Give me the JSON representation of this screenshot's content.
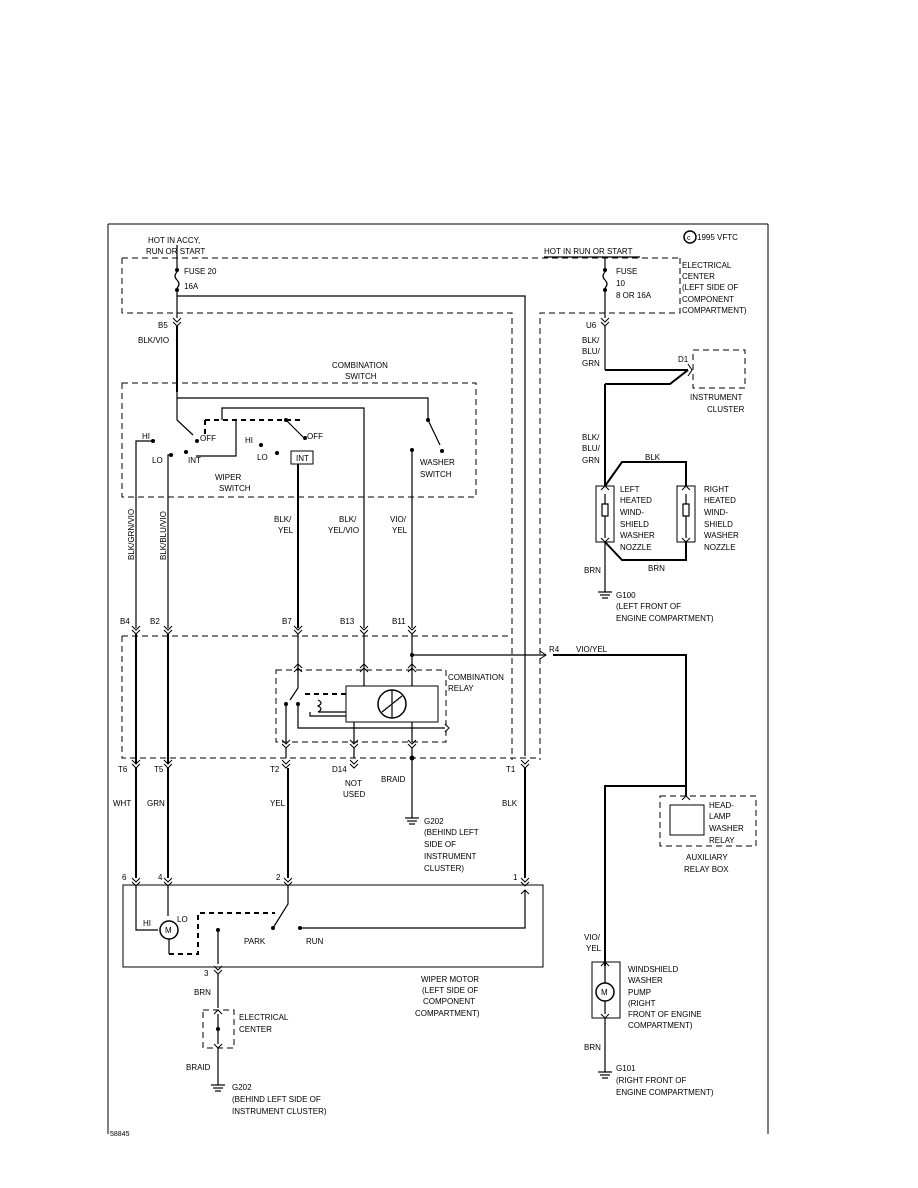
{
  "copyright": "1995 VFTC",
  "figure_number": "58845",
  "power": {
    "left_label_line1": "HOT IN ACCY,",
    "left_label_line2": "RUN OR START",
    "right_label": "HOT IN RUN OR START",
    "fuse_left_name": "FUSE 20",
    "fuse_left_rating": "16A",
    "fuse_right_name": "FUSE",
    "fuse_right_number": "10",
    "fuse_right_rating": "8 OR 16A"
  },
  "electrical_center_label": [
    "ELECTRICAL",
    "CENTER",
    "(LEFT SIDE OF",
    "COMPONENT",
    "COMPARTMENT)"
  ],
  "combination_switch_label": [
    "COMBINATION",
    "SWITCH"
  ],
  "wiper_switch": {
    "label": [
      "WIPER",
      "SWITCH"
    ],
    "positions": {
      "hi": "HI",
      "lo": "LO",
      "off": "OFF",
      "int": "INT"
    },
    "int2": "INT",
    "hi2": "HI",
    "lo2": "LO",
    "off2": "OFF"
  },
  "washer_switch_label": [
    "WASHER",
    "SWITCH"
  ],
  "wire_colors": {
    "b5": "BLK/VIO",
    "u6": [
      "BLK/",
      "BLU/",
      "GRN"
    ],
    "cluster_feed": [
      "BLK/",
      "BLU/",
      "GRN"
    ],
    "nozzle_link": "BLK",
    "nozzle_ground": "BRN",
    "nozzle_ground2": "BRN",
    "b4": "BLK/GRN/VIO",
    "b2": "BLK/BLU/VIO",
    "b7": [
      "BLK/",
      "YEL"
    ],
    "b13": [
      "BLK/",
      "YEL/VIO"
    ],
    "b11": [
      "VIO/",
      "YEL"
    ],
    "r4": "VIO/YEL",
    "t6": "WHT",
    "t5": "GRN",
    "t2": "YEL",
    "t1": "BLK",
    "motor_ground": "BRN",
    "braid": "BRAID",
    "braid2": "BRAID",
    "pump_feed": [
      "VIO/",
      "YEL"
    ],
    "pump_ground": "BRN"
  },
  "connectors": {
    "b5": "B5",
    "u6": "U6",
    "d1": "D1",
    "b4": "B4",
    "b2": "B2",
    "b7": "B7",
    "b13": "B13",
    "b11": "B11",
    "r4": "R4",
    "t6": "T6",
    "t5": "T5",
    "t2": "T2",
    "d14": "D14",
    "t1": "T1",
    "m6": "6",
    "m4": "4",
    "m2": "2",
    "m1": "1",
    "m3": "3"
  },
  "instrument_cluster_label": [
    "INSTRUMENT",
    "CLUSTER"
  ],
  "left_nozzle_label": [
    "LEFT",
    "HEATED",
    "WIND-",
    "SHIELD",
    "WASHER",
    "NOZZLE"
  ],
  "right_nozzle_label": [
    "RIGHT",
    "HEATED",
    "WIND-",
    "SHIELD",
    "WASHER",
    "NOZZLE"
  ],
  "g100_label": [
    "G100",
    "(LEFT FRONT OF",
    "ENGINE COMPARTMENT)"
  ],
  "combination_relay_label": [
    "COMBINATION",
    "RELAY"
  ],
  "not_used": [
    "NOT",
    "USED"
  ],
  "g202_mid_label": [
    "G202",
    "(BEHIND LEFT",
    "SIDE OF",
    "INSTRUMENT",
    "CLUSTER)"
  ],
  "headlamp_relay_label": [
    "HEAD-",
    "LAMP",
    "WASHER",
    "RELAY"
  ],
  "aux_relay_box_label": [
    "AUXILIARY",
    "RELAY BOX"
  ],
  "wiper_motor": {
    "hi": "HI",
    "lo": "LO",
    "park": "PARK",
    "run": "RUN",
    "motor_symbol": "M",
    "label": [
      "WIPER MOTOR",
      "(LEFT SIDE OF",
      "COMPONENT",
      "COMPARTMENT)"
    ]
  },
  "electrical_center_bottom_label": [
    "ELECTRICAL",
    "CENTER"
  ],
  "g202_bottom_label": [
    "G202",
    "(BEHIND LEFT SIDE OF",
    "INSTRUMENT CLUSTER)"
  ],
  "washer_pump_label": [
    "WINDSHIELD",
    "WASHER",
    "PUMP",
    "(RIGHT",
    "FRONT OF ENGINE",
    "COMPARTMENT)"
  ],
  "pump_motor_symbol": "M",
  "g101_label": [
    "G101",
    "(RIGHT FRONT OF",
    "ENGINE COMPARTMENT)"
  ]
}
